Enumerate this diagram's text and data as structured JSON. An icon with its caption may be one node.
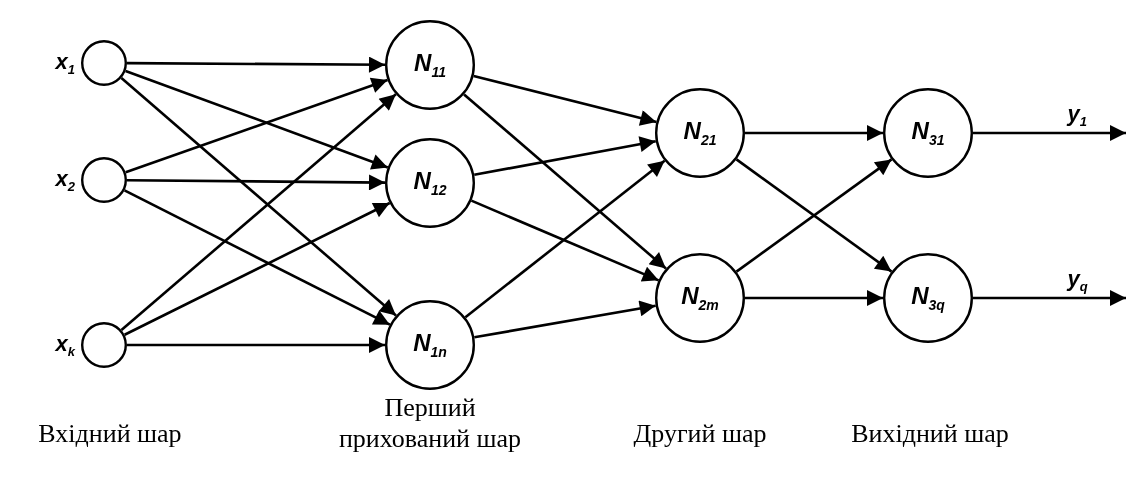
{
  "diagram": {
    "nodes": [
      {
        "text": [],
        "shape": "circle",
        "beside": [
          "x$_{1}$"
        ]
      },
      {
        "text": [],
        "shape": "circle",
        "beside": [
          "x$_{2}$"
        ]
      },
      {
        "text": [],
        "shape": "circle",
        "beside": [
          "x$_{k}$"
        ]
      },
      {
        "text": [
          "N$_{11}$"
        ]
      },
      {
        "text": [
          "N$_{12}$"
        ]
      },
      {
        "text": [
          "N$_{1n}$"
        ]
      },
      {
        "text": [
          "N$_{21}$"
        ]
      },
      {
        "text": [
          "N$_{2m}$"
        ]
      },
      {
        "text": [
          "N$_{31}$"
        ]
      },
      {
        "text": [
          "N$_{3q}$"
        ]
      }
    ],
    "edges": [
      {
        "from": 0,
        "to": 3,
        "arrow": "to"
      },
      {
        "from": 0,
        "to": 4,
        "arrow": "to"
      },
      {
        "from": 0,
        "to": 5,
        "arrow": "to"
      },
      {
        "from": 1,
        "to": 3,
        "arrow": "to"
      },
      {
        "from": 1,
        "to": 4,
        "arrow": "to"
      },
      {
        "from": 1,
        "to": 5,
        "arrow": "to"
      },
      {
        "from": 2,
        "to": 3,
        "arrow": "to"
      },
      {
        "from": 2,
        "to": 4,
        "arrow": "to"
      },
      {
        "from": 2,
        "to": 5,
        "arrow": "to"
      },
      {
        "from": 3,
        "to": 6,
        "arrow": "to"
      },
      {
        "from": 3,
        "to": 7,
        "arrow": "to"
      },
      {
        "from": 4,
        "to": 6,
        "arrow": "to"
      },
      {
        "from": 4,
        "to": 7,
        "arrow": "to"
      },
      {
        "from": 5,
        "to": 6,
        "arrow": "to"
      },
      {
        "from": 5,
        "to": 7,
        "arrow": "to"
      },
      {
        "from": 6,
        "to": 8,
        "arrow": "to"
      },
      {
        "from": 6,
        "to": 9,
        "arrow": "to"
      },
      {
        "from": 7,
        "to": 8,
        "arrow": "to"
      },
      {
        "from": 7,
        "to": 9,
        "arrow": "to"
      },
      {
        "from": 8,
        "to": null,
        "arrow": "to",
        "label": "y$_{1}$"
      },
      {
        "from": 9,
        "to": null,
        "arrow": "to",
        "label": "y$_{q}$"
      }
    ],
    "labels": [
      "Вхідний шар",
      "Перший прихований шар",
      "Другий шар",
      "Вихідний шар"
    ]
  }
}
